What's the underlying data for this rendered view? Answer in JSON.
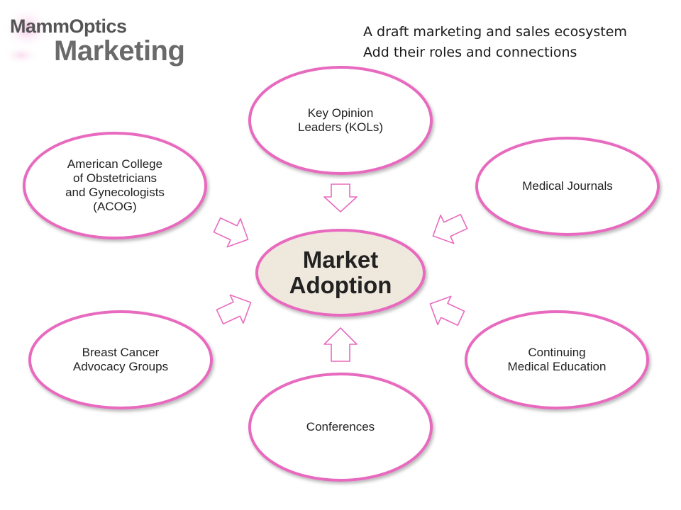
{
  "brand": {
    "company": "MammOptics",
    "department": "Marketing",
    "accent_color": "#e86bbf"
  },
  "notes": {
    "line1": "A draft marketing and sales ecosystem",
    "line2": "Add their roles and connections"
  },
  "center": {
    "line1": "Market",
    "line2": "Adoption",
    "fill": "#efe8dc",
    "stroke": "#e86bbf"
  },
  "nodes": {
    "kol": {
      "line1": "Key Opinion",
      "line2": "Leaders (KOLs)"
    },
    "journals": {
      "line1": "Medical Journals"
    },
    "cme": {
      "line1": "Continuing",
      "line2": "Medical Education"
    },
    "conferences": {
      "line1": "Conferences"
    },
    "advocacy": {
      "line1": "Breast Cancer",
      "line2": "Advocacy Groups"
    },
    "acog": {
      "line1": "American College",
      "line2": "of Obstetricians",
      "line3": "and Gynecologists",
      "line4": "(ACOG)"
    }
  }
}
